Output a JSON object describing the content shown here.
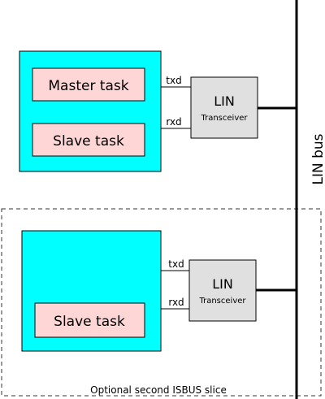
{
  "colors": {
    "node": "#00ffff",
    "task": "#ffd6d6",
    "transceiver": "#e0e0e0",
    "line": "#000000",
    "dashed_frame": "#333333"
  },
  "slice1": {
    "master_task": "Master task",
    "slave_task": "Slave task",
    "txd": "txd",
    "rxd": "rxd",
    "transceiver_title": "LIN",
    "transceiver_subtitle": "Transceiver"
  },
  "slice2": {
    "slave_task": "Slave task",
    "txd": "txd",
    "rxd": "rxd",
    "transceiver_title": "LIN",
    "transceiver_subtitle": "Transceiver"
  },
  "bus_label": "LIN bus",
  "optional_label": "Optional second ISBUS slice"
}
